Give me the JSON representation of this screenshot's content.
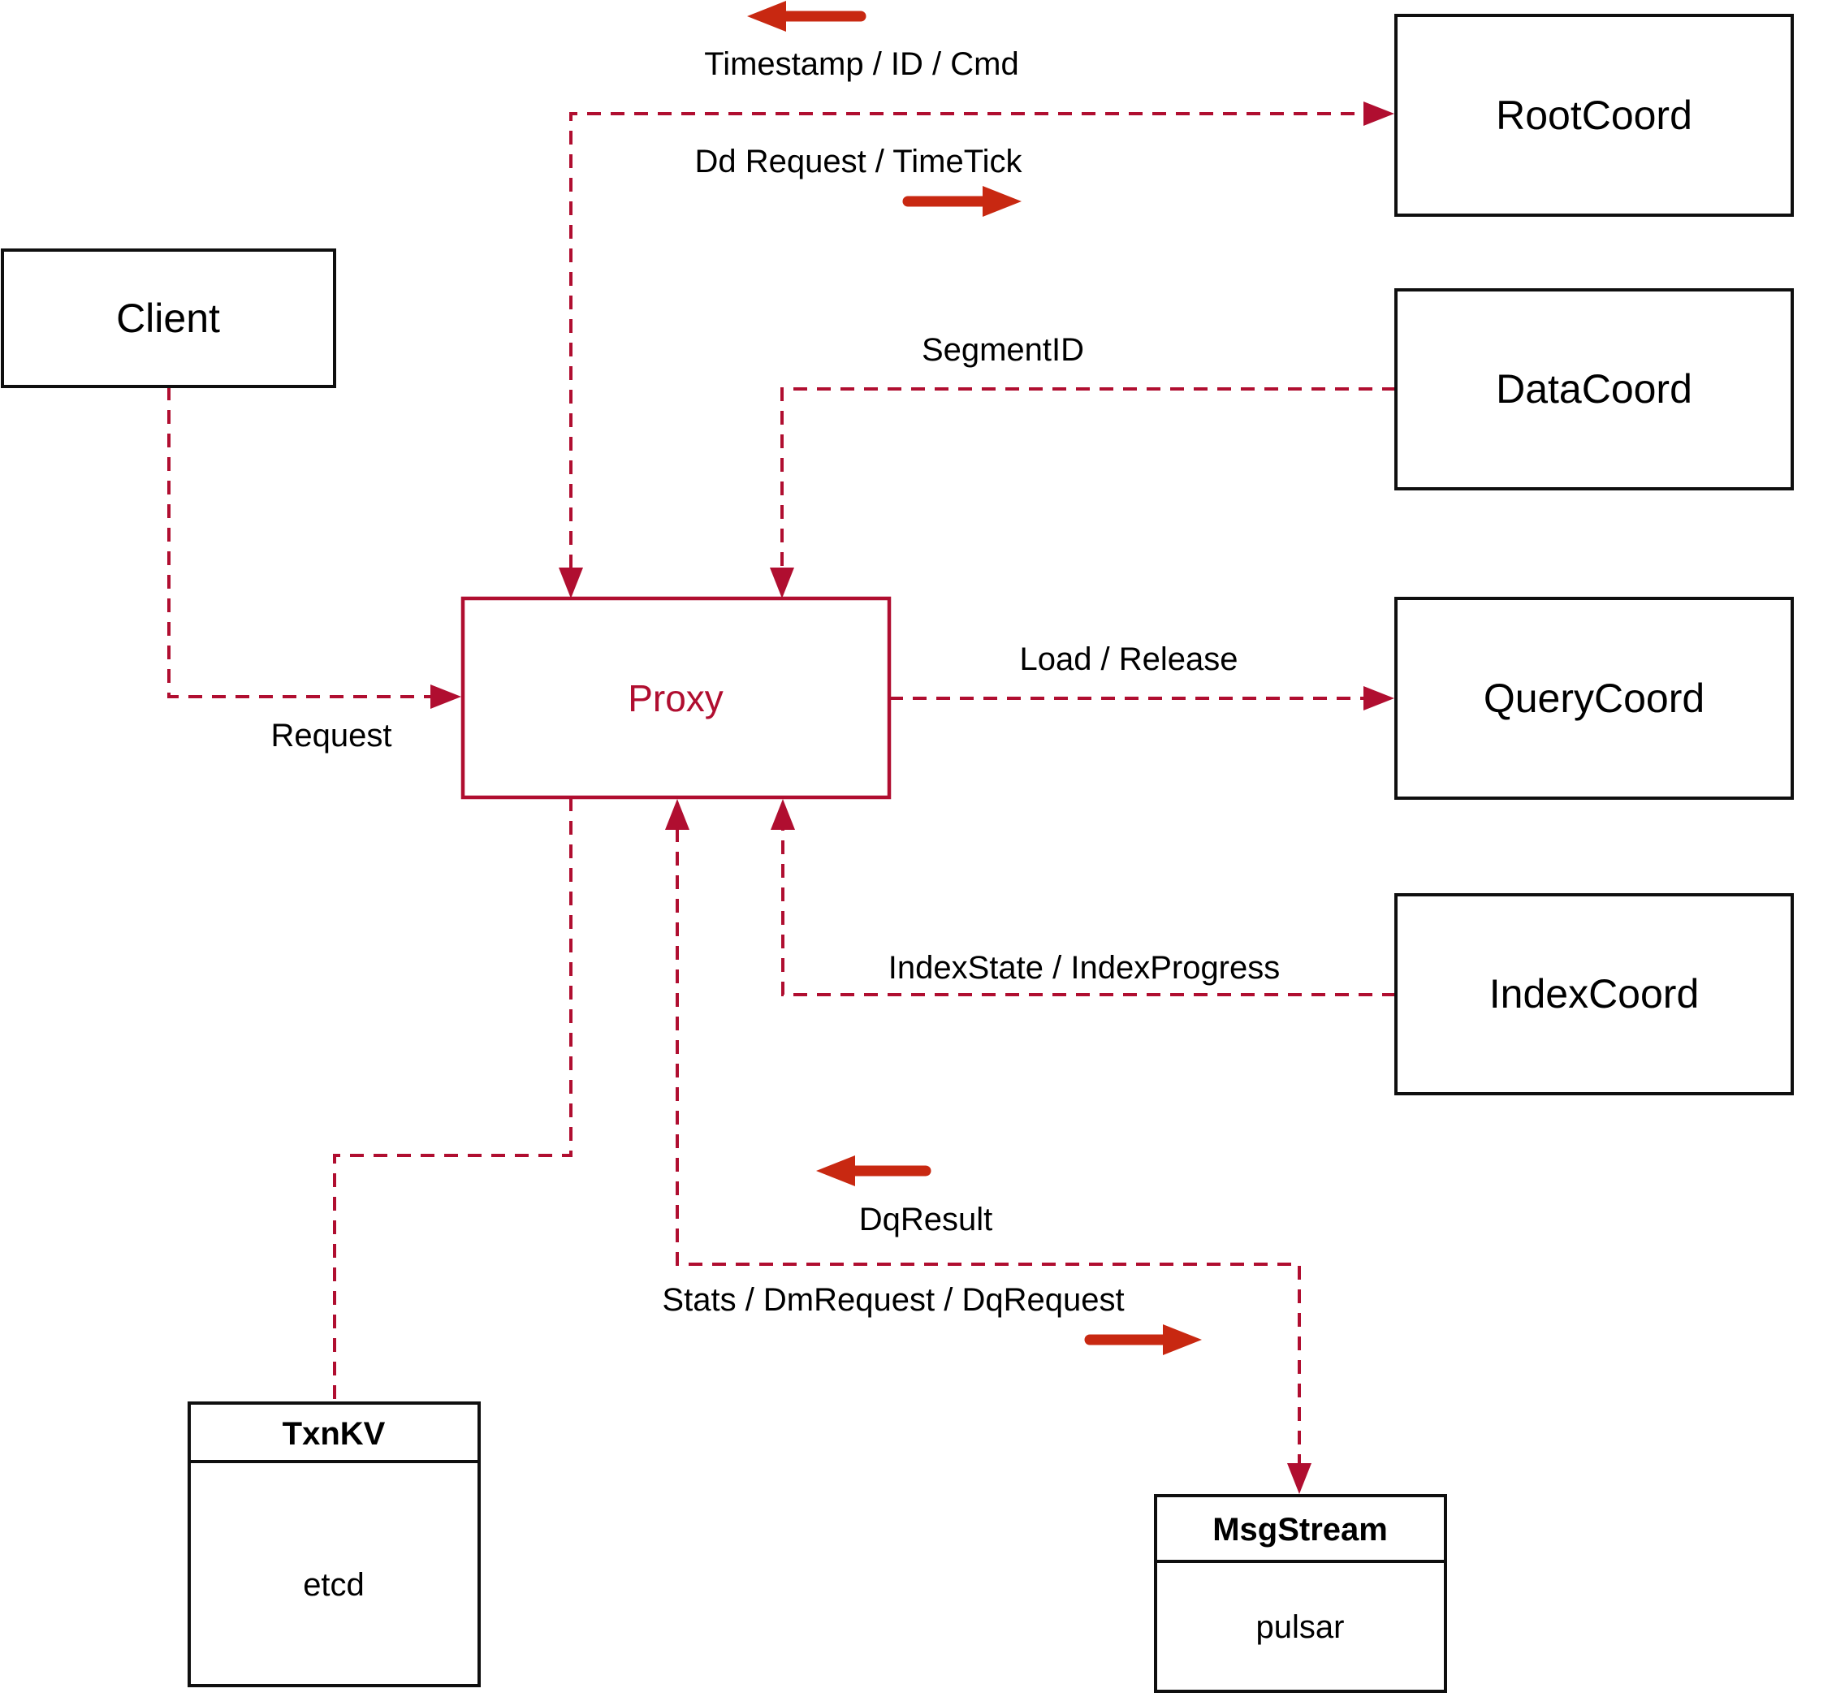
{
  "diagram": {
    "nodes": {
      "client": "Client",
      "proxy": "Proxy",
      "root_coord": "RootCoord",
      "data_coord": "DataCoord",
      "query_coord": "QueryCoord",
      "index_coord": "IndexCoord",
      "txn_kv": {
        "title": "TxnKV",
        "impl": "etcd"
      },
      "msg_stream": {
        "title": "MsgStream",
        "impl": "pulsar"
      }
    },
    "edge_labels": {
      "timestamp_id_cmd": "Timestamp / ID / Cmd",
      "dd_request_timetick": "Dd Request / TimeTick",
      "segment_id": "SegmentID",
      "load_release": "Load / Release",
      "index_state_progress": "IndexState / IndexProgress",
      "request": "Request",
      "dq_result": "DqResult",
      "stats_dm_dq": "Stats / DmRequest / DqRequest"
    },
    "colors": {
      "line_crimson": "#b00e30",
      "arrow_red": "#c82811",
      "box_border": "#0f0f0f",
      "text_black": "#000000",
      "background": "#ffffff"
    }
  }
}
